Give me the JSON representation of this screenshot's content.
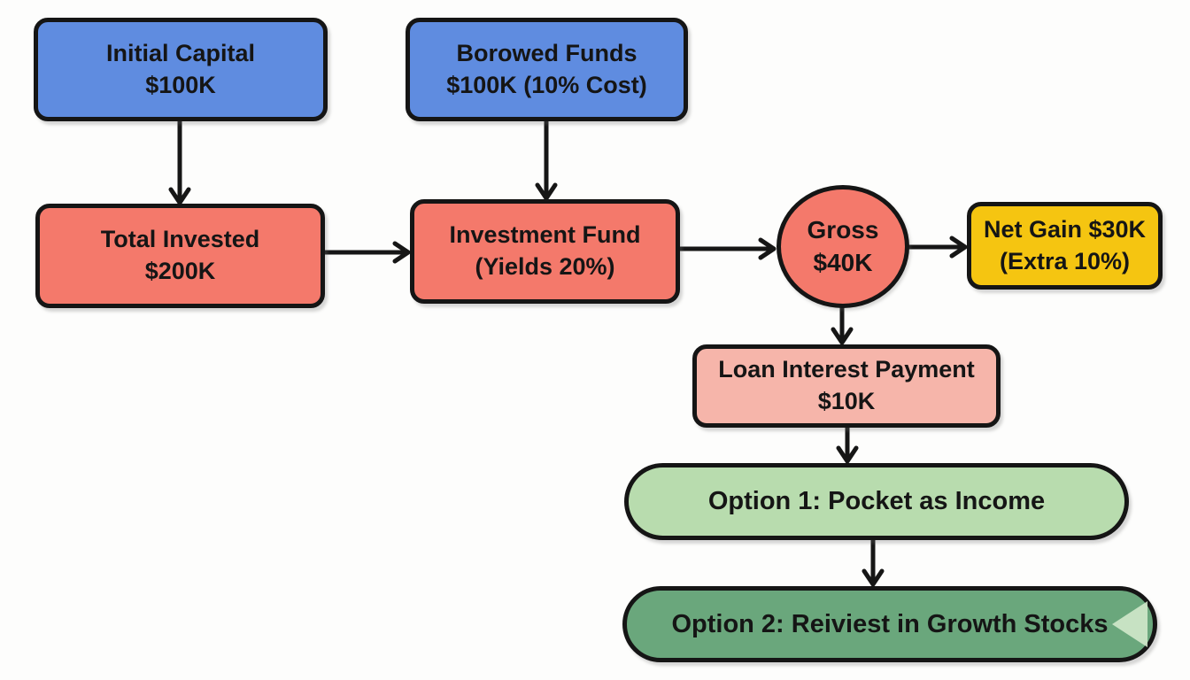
{
  "diagram": {
    "background": "#fdfdfc",
    "border_color": "#151515",
    "arrow_color": "#161616",
    "text_color": "#151515"
  },
  "nodes": {
    "initial_capital": {
      "line1": "Initial Capital",
      "line2": "$100K",
      "fill": "#5f8ce0",
      "shape": "rect"
    },
    "borrowed_funds": {
      "line1": "Borowed Funds",
      "line2": "$100K (10% Cost)",
      "fill": "#5f8ce0",
      "shape": "rect"
    },
    "total_invested": {
      "line1": "Total Invested",
      "line2": "$200K",
      "fill": "#f4796b",
      "shape": "rect"
    },
    "investment_fund": {
      "line1": "Investment Fund",
      "line2": "(Yields 20%)",
      "fill": "#f4796b",
      "shape": "rect"
    },
    "gross": {
      "line1": "Gross",
      "line2": "$40K",
      "fill": "#f4796b",
      "shape": "circle"
    },
    "net_gain": {
      "line1": "Net Gain $30K",
      "line2": "(Extra 10%)",
      "fill": "#f5c511",
      "shape": "rect"
    },
    "loan_interest": {
      "line1": "Loan Interest Payment",
      "line2": "$10K",
      "fill": "#f6b5aa",
      "shape": "rect"
    },
    "option_1": {
      "label": "Option 1: Pocket as Income",
      "fill": "#b8dcae",
      "shape": "pill"
    },
    "option_2": {
      "label": "Option 2: Reiviest in Growth Stocks",
      "fill": "#6aa77c",
      "shape": "pill"
    }
  },
  "edges": [
    {
      "from": "initial_capital",
      "to": "total_invested"
    },
    {
      "from": "borrowed_funds",
      "to": "investment_fund"
    },
    {
      "from": "total_invested",
      "to": "investment_fund"
    },
    {
      "from": "investment_fund",
      "to": "gross"
    },
    {
      "from": "gross",
      "to": "net_gain"
    },
    {
      "from": "gross",
      "to": "loan_interest"
    },
    {
      "from": "loan_interest",
      "to": "option_1"
    },
    {
      "from": "option_1",
      "to": "option_2"
    }
  ]
}
